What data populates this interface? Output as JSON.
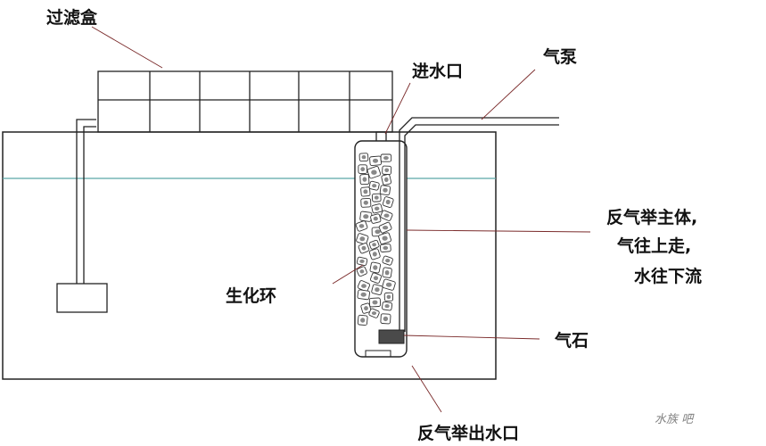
{
  "labels": {
    "filter_box": "过滤盒",
    "water_inlet": "进水口",
    "air_pump": "气泵",
    "reverse_lift_body_line1": "反气举主体,",
    "reverse_lift_body_line2": "气往上走,",
    "reverse_lift_body_line3": "水往下流",
    "bio_rings": "生化环",
    "air_stone": "气石",
    "reverse_lift_outlet": "反气举出水口"
  },
  "watermark": "水族 吧",
  "colors": {
    "line": "#222222",
    "water_line": "#5aa7a7",
    "air_stone": "#4a4a4a",
    "pointer": "#7a2a2a"
  }
}
